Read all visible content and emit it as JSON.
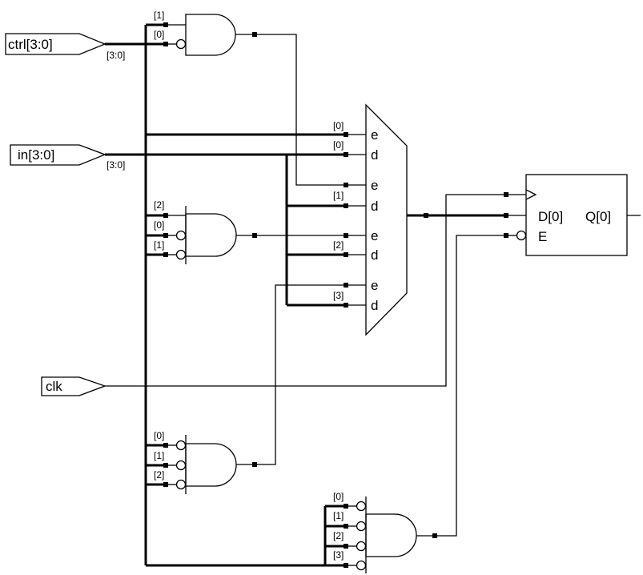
{
  "ports": {
    "ctrl": "ctrl[3:0]",
    "in": "in[3:0]",
    "clk": "clk"
  },
  "bus_labels": {
    "ctrl_range": "[3:0]",
    "in_range": "[3:0]"
  },
  "and1": {
    "in_a": "[1]",
    "in_b": "[0]"
  },
  "mux": {
    "in0_e": "[0]",
    "in0_d": "[0]",
    "in1_d": "[1]",
    "in2_d": "[2]",
    "in3_d": "[3]",
    "sel_label": "e",
    "data_label": "d"
  },
  "and2": {
    "in_a": "[2]",
    "in_b": "[0]",
    "in_c": "[1]"
  },
  "and3": {
    "in_a": "[0]",
    "in_b": "[1]",
    "in_c": "[2]"
  },
  "and4": {
    "in_a": "[0]",
    "in_b": "[1]",
    "in_c": "[2]",
    "in_d": "[3]"
  },
  "flipflop": {
    "d_pin": "D[0]",
    "q_pin": "Q[0]",
    "e_pin": "E"
  }
}
